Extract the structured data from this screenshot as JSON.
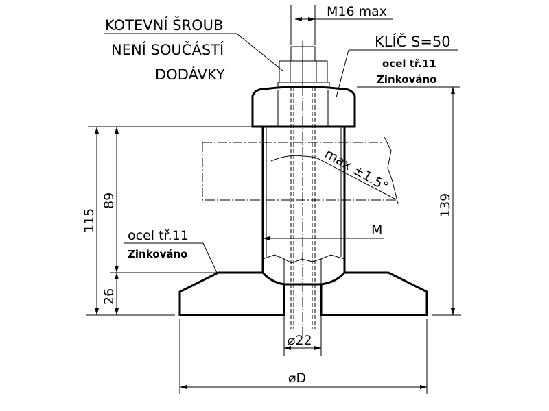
{
  "labels": {
    "anchor_bolt_line1": "KOTEVNÍ ŠROUB",
    "anchor_bolt_line2": "NENÍ SOUČÁSTÍ",
    "anchor_bolt_line3": "DODÁVKY",
    "thread_max": "M16 max",
    "wrench": "KLÍČ S=50",
    "nut_material": "ocel tř.11",
    "nut_finish": "Zinkováno",
    "base_material": "ocel tř.11",
    "base_finish": "Zinkováno",
    "tilt": "max ±1.5°",
    "thread": "M"
  },
  "dimensions": {
    "total_height_left": "115",
    "stem_height": "89",
    "base_height": "26",
    "total_height_right": "139",
    "hole_diameter": "⌀22",
    "base_diameter": "⌀D"
  }
}
